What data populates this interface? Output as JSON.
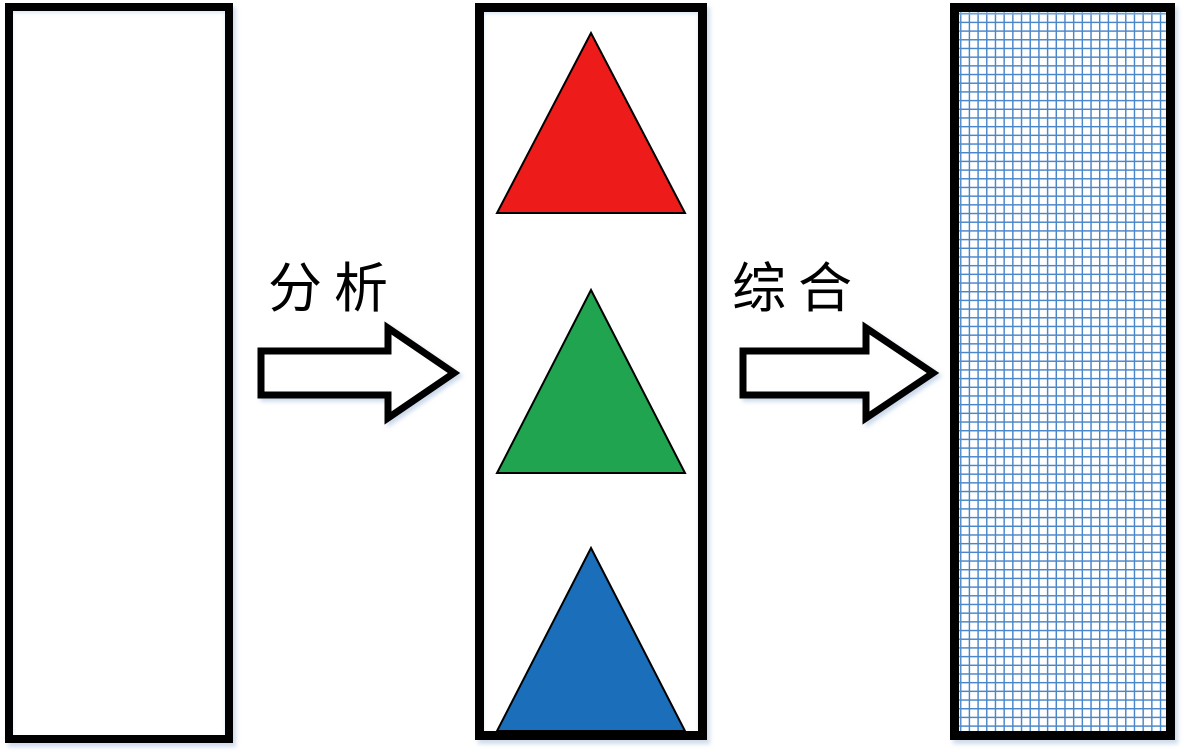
{
  "arrows": [
    {
      "name": "analysis-arrow",
      "label": "分析"
    },
    {
      "name": "synthesis-arrow",
      "label": "综合"
    }
  ],
  "boxes": [
    {
      "name": "left-box",
      "fill": "#ffffff",
      "border_color": "#000000",
      "content": "empty"
    },
    {
      "name": "middle-box",
      "fill": "#ffffff",
      "border_color": "#000000",
      "content": "triangles"
    },
    {
      "name": "right-box",
      "fill": "grid",
      "border_color": "#000000",
      "grid_line_color": "#4a86c8"
    }
  ],
  "components": {
    "triangles": [
      {
        "name": "red-triangle",
        "color": "#ee1b1b"
      },
      {
        "name": "green-triangle",
        "color": "#21a44f"
      },
      {
        "name": "blue-triangle",
        "color": "#1b6fba"
      }
    ]
  },
  "colors": {
    "background": "#ffffff",
    "outline": "#000000",
    "grid_blue": "#4a86c8",
    "shadow_tint": "#96b4d7"
  }
}
